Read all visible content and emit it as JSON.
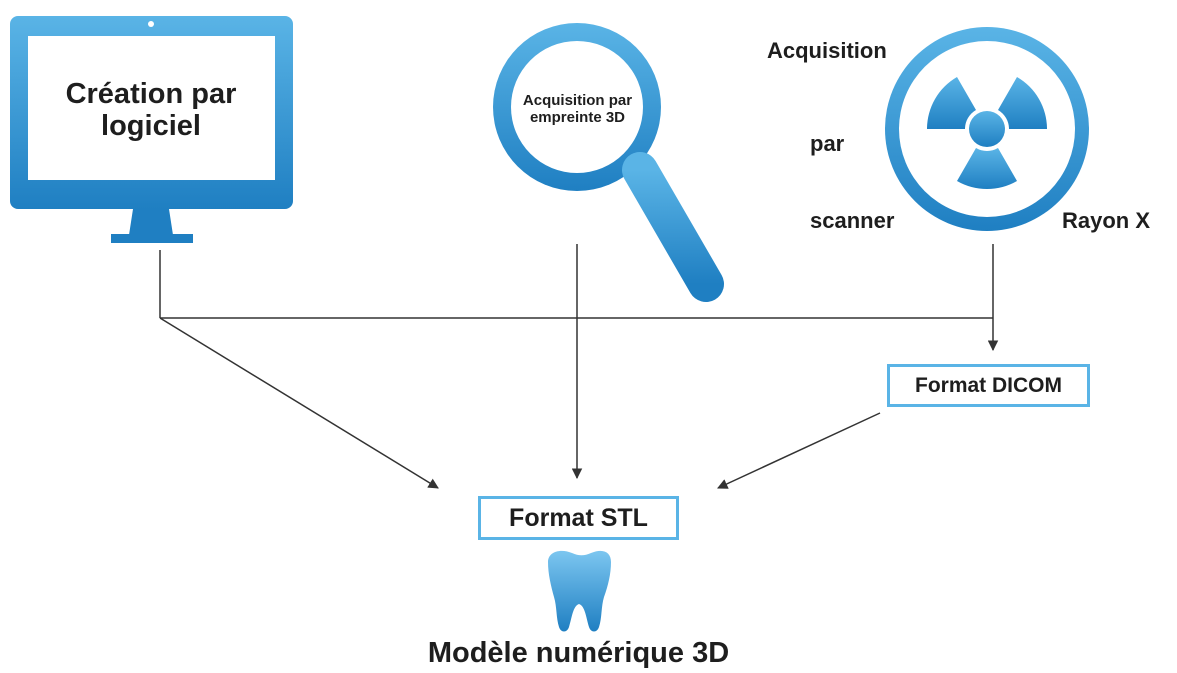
{
  "sources": {
    "software": {
      "label": "Création par logiciel"
    },
    "impression": {
      "label_line1": "Acquisition par",
      "label_line2": "empreinte 3D"
    },
    "xray": {
      "word_acquisition": "Acquisition",
      "word_par": "par",
      "word_scanner": "scanner",
      "word_rayon": "Rayon X"
    }
  },
  "intermediate": {
    "dicom": "Format DICOM"
  },
  "result": {
    "stl": "Format STL",
    "model": "Modèle numérique 3D"
  },
  "colors": {
    "accent_light": "#5ab4e6",
    "accent_dark": "#1f7fc2",
    "line": "#333333"
  },
  "icons": [
    "monitor-icon",
    "magnifier-icon",
    "radiation-icon",
    "tooth-icon"
  ]
}
